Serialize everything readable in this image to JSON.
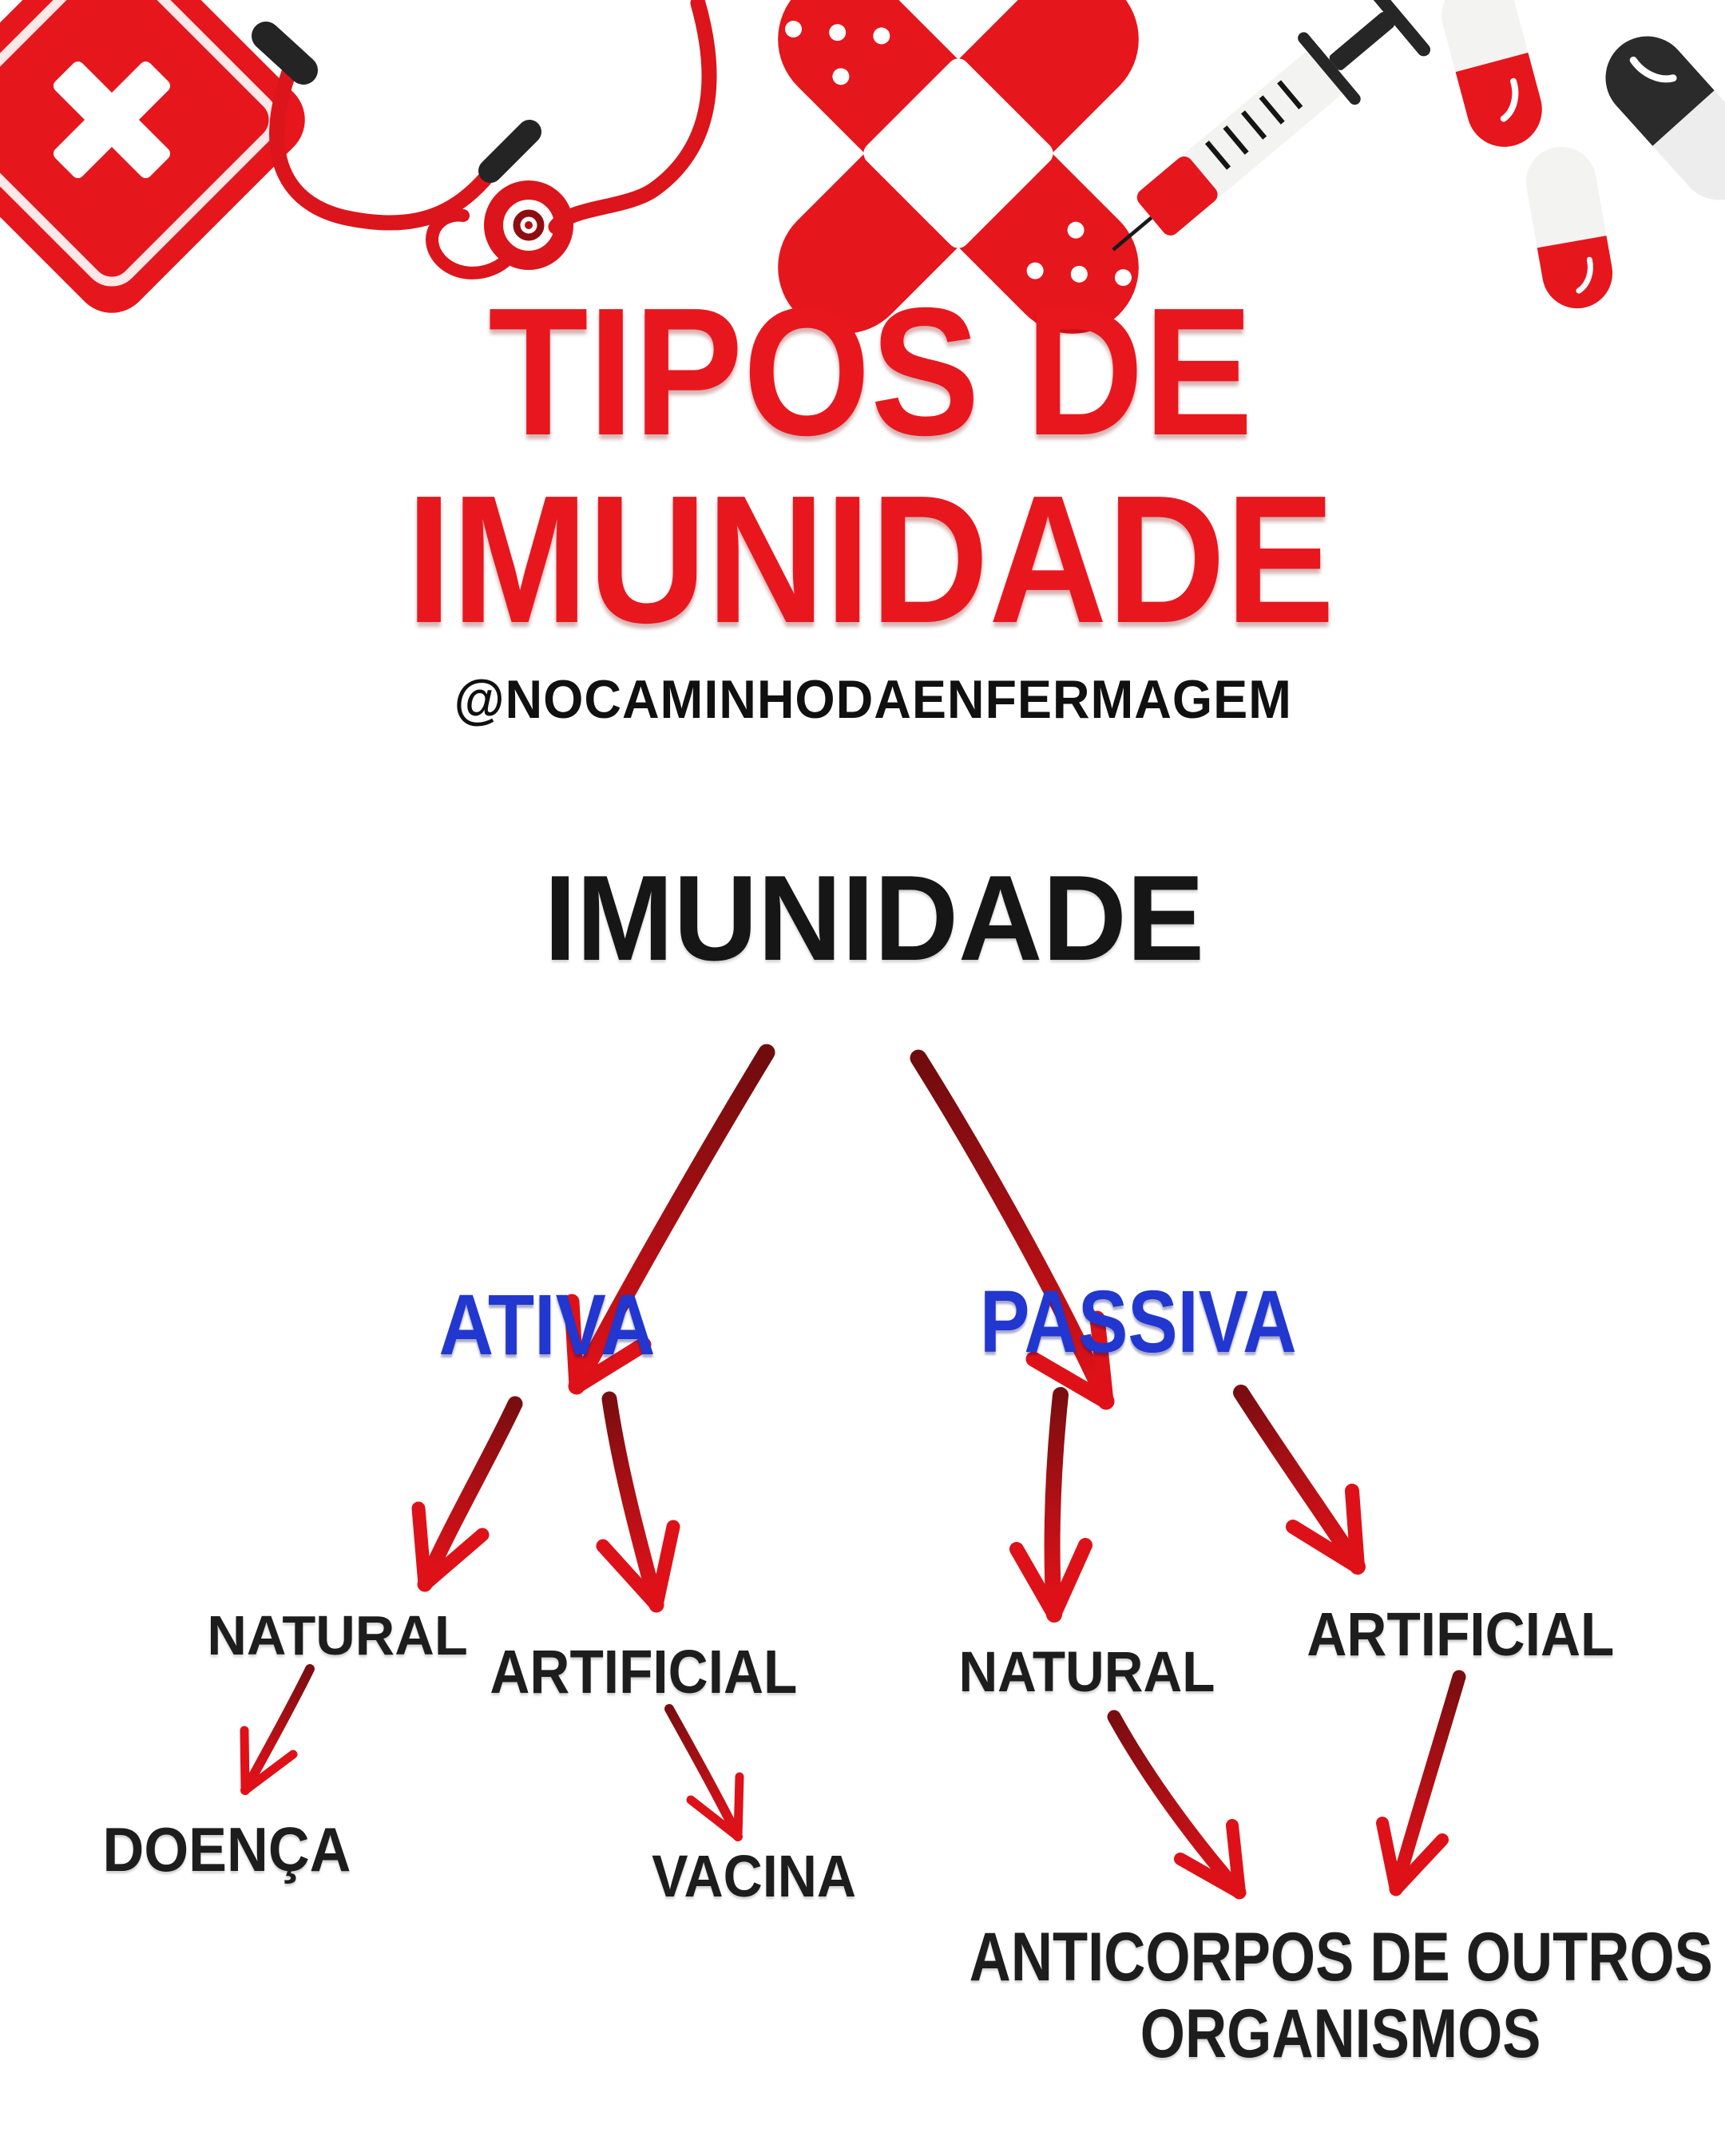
{
  "page": {
    "background_color": "#ffffff",
    "accent_red": "#e6161d",
    "accent_blue": "#2137cf",
    "text_black": "#1d1d1d"
  },
  "header": {
    "icons": [
      "first-aid-kit-icon",
      "stethoscope-icon",
      "crossed-bandages-icon",
      "syringe-icon",
      "capsule-pills-icon"
    ],
    "title_line1": "TIPOS DE",
    "title_line2": "IMUNIDADE",
    "handle": "@NOCAMINHODAENFERMAGEM"
  },
  "diagram": {
    "root_label": "IMUNIDADE",
    "ativa": {
      "label": "ATIVA",
      "natural_label": "NATURAL",
      "artificial_label": "ARTIFICIAL",
      "natural_outcome": "DOENÇA",
      "artificial_outcome": "VACINA"
    },
    "passiva": {
      "label": "PASSIVA",
      "natural_label": "NATURAL",
      "artificial_label": "ARTIFICIAL",
      "shared_outcome_lines": [
        "ANTICORPOS DE OUTROS",
        "ORGANISMOS"
      ]
    }
  }
}
